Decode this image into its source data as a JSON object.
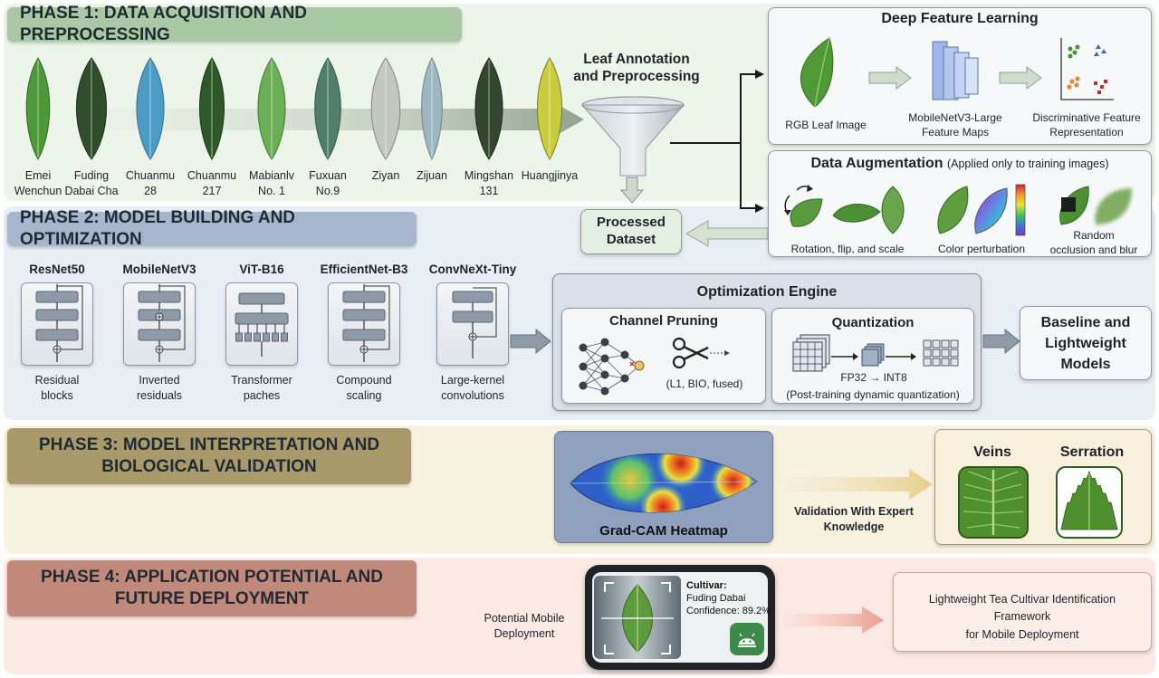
{
  "phases": {
    "p1": "PHASE 1: DATA ACQUISITION AND PREPROCESSING",
    "p2": "PHASE 2: MODEL BUILDING AND OPTIMIZATION",
    "p3": "PHASE 3: MODEL INTERPRETATION AND BIOLOGICAL VALIDATION",
    "p4": "PHASE 4: APPLICATION POTENTIAL AND FUTURE DEPLOYMENT"
  },
  "cultivars": [
    {
      "line1": "Emei",
      "line2": "Wenchun"
    },
    {
      "line1": "Fuding",
      "line2": "Dabai Cha"
    },
    {
      "line1": "Chuanmu",
      "line2": "28"
    },
    {
      "line1": "Chuanmu",
      "line2": "217"
    },
    {
      "line1": "Mabianlv",
      "line2": "No. 1"
    },
    {
      "line1": "Fuxuan",
      "line2": "No.9"
    },
    {
      "line1": "Ziyan",
      "line2": ""
    },
    {
      "line1": "Zijuan",
      "line2": ""
    },
    {
      "line1": "Mingshan",
      "line2": "131"
    },
    {
      "line1": "Huangjinya",
      "line2": ""
    }
  ],
  "annotation": {
    "line1": "Leaf Annotation",
    "line2": "and Preprocessing"
  },
  "processed": {
    "line1": "Processed",
    "line2": "Dataset"
  },
  "deep_feature": {
    "title": "Deep Feature Learning",
    "rgb": "RGB Leaf  Image",
    "maps_line1": "MobileNetV3-Large",
    "maps_line2": "Feature Maps",
    "disc_line1": "Discriminative Feature",
    "disc_line2": "Representation"
  },
  "augmentation": {
    "title": "Data Augmentation",
    "note": "(Applied only to training images)",
    "rot": "Rotation, flip, and scale",
    "color": "Color perturbation",
    "occ_line1": "Random",
    "occ_line2": "occlusion and blur"
  },
  "models": [
    {
      "name": "ResNet50",
      "d1": "Residual",
      "d2": "blocks"
    },
    {
      "name": "MobileNetV3",
      "d1": "Inverted",
      "d2": "residuals"
    },
    {
      "name": "ViT-B16",
      "d1": "Transformer",
      "d2": "paches"
    },
    {
      "name": "EfficientNet-B3",
      "d1": "Compound",
      "d2": "scaling"
    },
    {
      "name": "ConvNeXt-Tiny",
      "d1": "Large-kernel",
      "d2": "convolutions"
    }
  ],
  "optimization": {
    "title": "Optimization Engine",
    "pruning": "Channel Pruning",
    "pruning_methods": "(L1, BIO, fused)",
    "quant": "Quantization",
    "quant_conv": "FP32 → INT8",
    "quant_note": "(Post-training dynamic quantization)"
  },
  "baseline": {
    "line1": "Baseline and",
    "line2": "Lightweight",
    "line3": "Models"
  },
  "interpretation": {
    "heatmap": "Grad-CAM Heatmap",
    "validation_line1": "Validation With Expert",
    "validation_line2": "Knowledge",
    "veins": "Veins",
    "serration": "Serration"
  },
  "deployment": {
    "mobile_line1": "Potential Mobile",
    "mobile_line2": "Deployment",
    "cultivar_label": "Cultivar:",
    "cultivar_value": "Fuding Dabai",
    "confidence": "Confidence: 89.2%",
    "framework_line1": "Lightweight Tea Cultivar Identification",
    "framework_line2": "Framework",
    "framework_line3": "for Mobile Deployment"
  },
  "colors": {
    "phase1": "#a9c9a4",
    "phase2": "#a7b6cd",
    "phase3": "#a99a6c",
    "phase4": "#c1897a",
    "band1": "#edf4ea",
    "band2": "#e9edf4",
    "band3": "#f8f2e1",
    "band4": "#fbe9e3"
  }
}
